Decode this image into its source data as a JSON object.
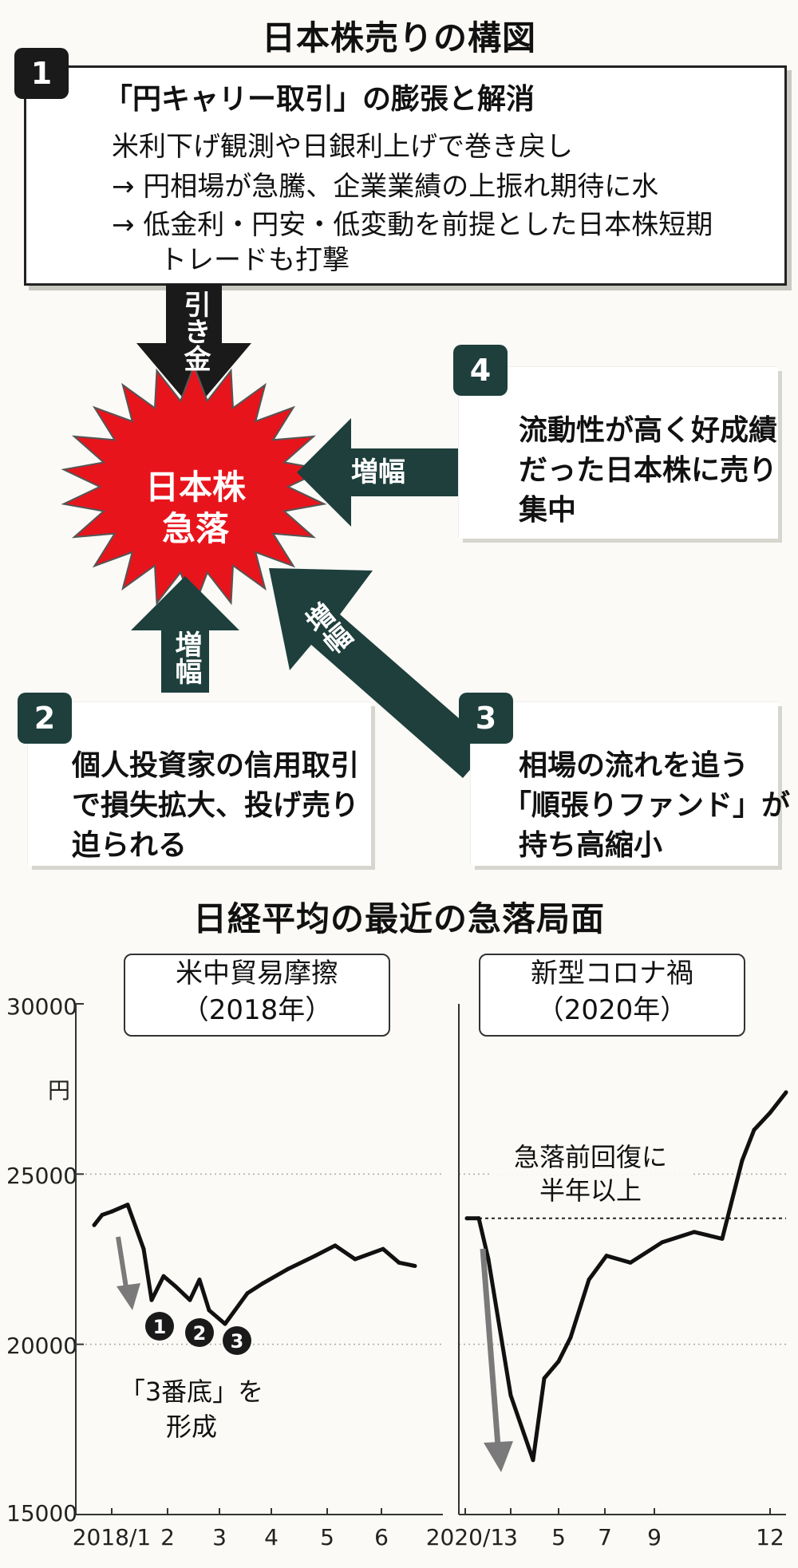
{
  "diagram": {
    "title": "日本株売りの構図",
    "box1": {
      "badge": "1",
      "heading": "「円キャリー取引」の膨張と解消",
      "line1": "米利下げ観測や日銀利上げで巻き戻し",
      "bullet1": "→ 円相場が急騰、企業業績の上振れ期待に水",
      "bullet2a": "→ 低金利・円安・低変動を前提とした日本株短期",
      "bullet2b": "トレードも打撃"
    },
    "trigger": "引き金",
    "center": {
      "line1": "日本株",
      "line2": "急落"
    },
    "amplify": "増幅",
    "box2": {
      "badge": "2",
      "line1": "個人投資家の信用取引",
      "line2": "で損失拡大、投げ売り",
      "line3": "迫られる"
    },
    "box3": {
      "badge": "3",
      "line1": "相場の流れを追う",
      "line2": "「順張りファンド」が",
      "line3": "持ち高縮小"
    },
    "box4": {
      "badge": "4",
      "line1": "流動性が高く好成績",
      "line2": "だった日本株に売り",
      "line3": "集中"
    }
  },
  "chart_title": "日経平均の最近の急落局面",
  "panels": {
    "left": {
      "label1": "米中貿易摩擦",
      "label2": "（2018年）",
      "annotation1": "「3番底」を",
      "annotation2": "形成",
      "markers": [
        "1",
        "2",
        "3"
      ]
    },
    "right": {
      "label1": "新型コロナ禍",
      "label2": "（2020年）",
      "annotation1": "急落前回復に",
      "annotation2": "半年以上"
    }
  },
  "yaxis": {
    "unit": "円",
    "ticks": [
      "30000",
      "25000",
      "20000",
      "15000"
    ]
  },
  "xaxis_left": [
    "2018/1",
    "2",
    "3",
    "4",
    "5",
    "6"
  ],
  "xaxis_right": [
    "2020/1",
    "3",
    "5",
    "7",
    "9",
    "12"
  ],
  "colors": {
    "red": "#e8141c",
    "teal": "#1e3f3c",
    "gray": "#7a7a7a"
  },
  "chart_data": [
    {
      "type": "line",
      "title": "米中貿易摩擦（2018年）",
      "ylabel": "円",
      "ylim": [
        15000,
        30000
      ],
      "x": [
        "2018/1",
        "2018/1",
        "2018/1",
        "2018/1",
        "2018/2",
        "2018/2",
        "2018/2",
        "2018/2",
        "2018/3",
        "2018/3",
        "2018/3",
        "2018/3",
        "2018/4",
        "2018/4",
        "2018/4",
        "2018/5",
        "2018/5",
        "2018/5",
        "2018/6",
        "2018/6",
        "2018/6"
      ],
      "series": [
        {
          "values": [
            23500,
            23800,
            23900,
            24100,
            22800,
            21300,
            22000,
            21700,
            21300,
            21900,
            21000,
            20600,
            21500,
            21800,
            22200,
            22600,
            22900,
            22500,
            22800,
            22400,
            22300
          ]
        }
      ]
    },
    {
      "type": "line",
      "title": "新型コロナ禍（2020年）",
      "ylabel": "円",
      "ylim": [
        15000,
        30000
      ],
      "x": [
        "2020/1",
        "2020/2",
        "2020/2",
        "2020/3",
        "2020/3",
        "2020/4",
        "2020/4",
        "2020/5",
        "2020/5",
        "2020/6",
        "2020/7",
        "2020/8",
        "2020/9",
        "2020/10",
        "2020/11",
        "2020/11",
        "2020/12",
        "2020/12"
      ],
      "series": [
        {
          "values": [
            23700,
            23700,
            22500,
            18500,
            16600,
            19000,
            19500,
            20200,
            21900,
            22600,
            22400,
            23000,
            23300,
            23100,
            25400,
            26300,
            26800,
            27400
          ]
        }
      ]
    }
  ]
}
